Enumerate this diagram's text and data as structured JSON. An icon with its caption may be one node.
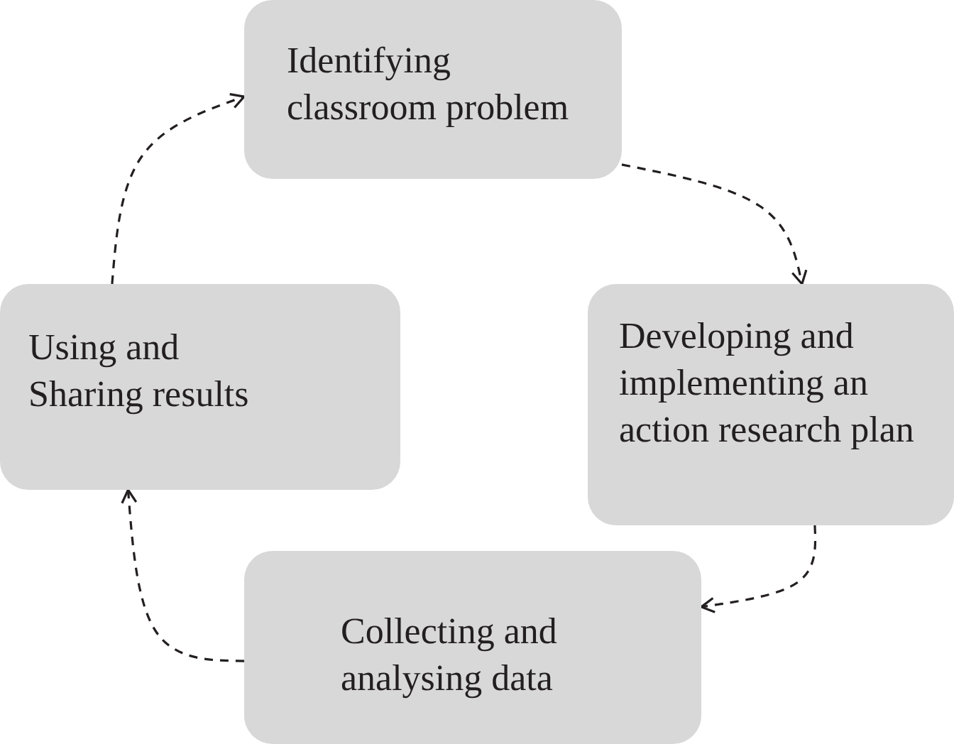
{
  "diagram": {
    "nodes": [
      {
        "text": [
          "Identifying classroom problem"
        ]
      },
      {
        "text": [
          "Developing and implementing an action research plan"
        ]
      },
      {
        "text": [
          "Collecting and analysing data"
        ]
      },
      {
        "text": [
          "Using and Sharing results"
        ]
      }
    ],
    "edges": [
      {
        "from": 0,
        "to": 1,
        "arrow": "to",
        "style": "dashed"
      },
      {
        "from": 1,
        "to": 2,
        "arrow": "to",
        "style": "dashed"
      },
      {
        "from": 2,
        "to": 3,
        "arrow": "to",
        "style": "dashed"
      },
      {
        "from": 3,
        "to": 0,
        "arrow": "to",
        "style": "dashed"
      }
    ]
  }
}
